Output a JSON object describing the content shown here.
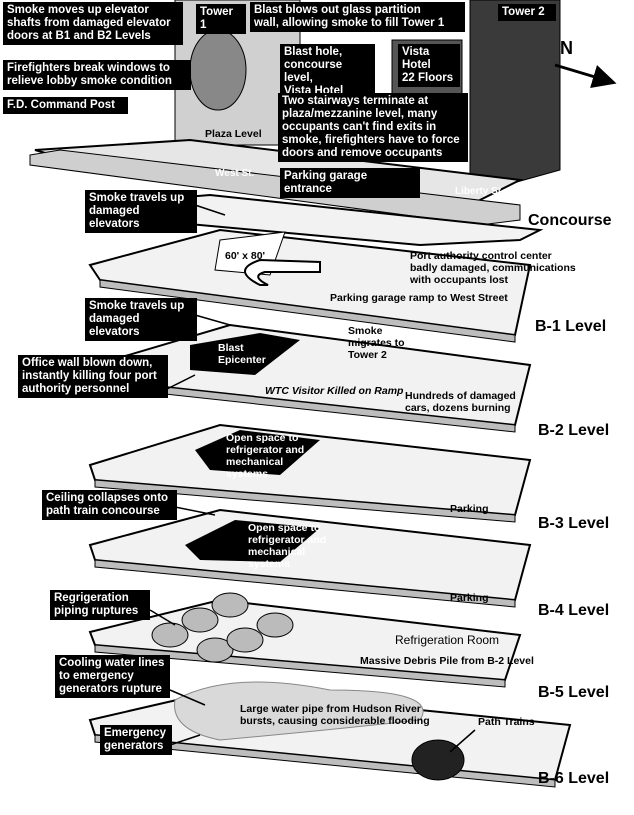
{
  "labels": {
    "smoke_elevator_shafts": "Smoke moves up elevator\nshafts from damaged elevator\ndoors at B1 and B2 Levels",
    "tower1": "Tower 1",
    "glass_partition": "Blast blows out glass partition\nwall, allowing smoke to fill Tower 1",
    "tower2": "Tower 2",
    "firefighters_windows": "Firefighters break windows to\nrelieve lobby smoke condition",
    "blast_hole": "Blast hole,\nconcourse level,\nVista Hotel",
    "vista_hotel": "Vista Hotel\n22 Floors",
    "north": "N",
    "fd_command": "F.D. Command Post",
    "stairways": "Two stairways terminate at\nplaza/mezzanine level, many\noccupants can't find exits in\nsmoke, firefighters have to force\ndoors and remove occupants",
    "plaza_level": "Plaza Level",
    "west_st": "West St.",
    "parking_entrance": "Parking garage entrance",
    "liberty_st": "Liberty St.",
    "smoke_travels_1": "Smoke travels up\ndamaged elevators",
    "concourse": "Concourse",
    "dims": "60' x 80'",
    "port_authority": "Port authority control center\nbadly damaged, communications\nwith occupants lost",
    "smoke_travels_2": "Smoke travels up\ndamaged elevators",
    "parking_ramp": "Parking garage ramp to West Street",
    "b1": "B-1 Level",
    "blast_epicenter": "Blast\nEpicenter",
    "smoke_migrates": "Smoke\nmigrates to\nTower 2",
    "office_wall": "Office wall blown down,\ninstantly killing four port\nauthority personnel",
    "wtc_visitor": "WTC Visitor Killed on Ramp",
    "damaged_cars": "Hundreds of damaged\ncars, dozens burning",
    "b2": "B-2 Level",
    "open_space_1": "Open space to\nrefrigerator and\nmechanical\nsystems",
    "ceiling_collapse": "Ceiling collapses onto\npath train concourse",
    "parking_b3": "Parking",
    "b3": "B-3 Level",
    "open_space_2": "Open space to\nrefrigerator and\nmechanical\nsystems",
    "parking_b4": "Parking",
    "refrig_piping": "Regrigeration\npiping ruptures",
    "b4": "B-4 Level",
    "refrig_room": "Refrigeration Room",
    "debris_pile": "Massive Debris Pile from B-2 Level",
    "cooling_water": "Cooling water lines\nto emergency\ngenerators rupture",
    "b5": "B-5 Level",
    "water_pipe": "Large water pipe from Hudson River\nbursts, causing considerable flooding",
    "path_trains": "Path Trains",
    "emergency_gen": "Emergency\ngenerators",
    "b6": "B-6 Level"
  },
  "colors": {
    "ink": "#000000",
    "paper": "#ffffff",
    "slab": "#f2f2f2",
    "shade": "#bdbdbd"
  }
}
